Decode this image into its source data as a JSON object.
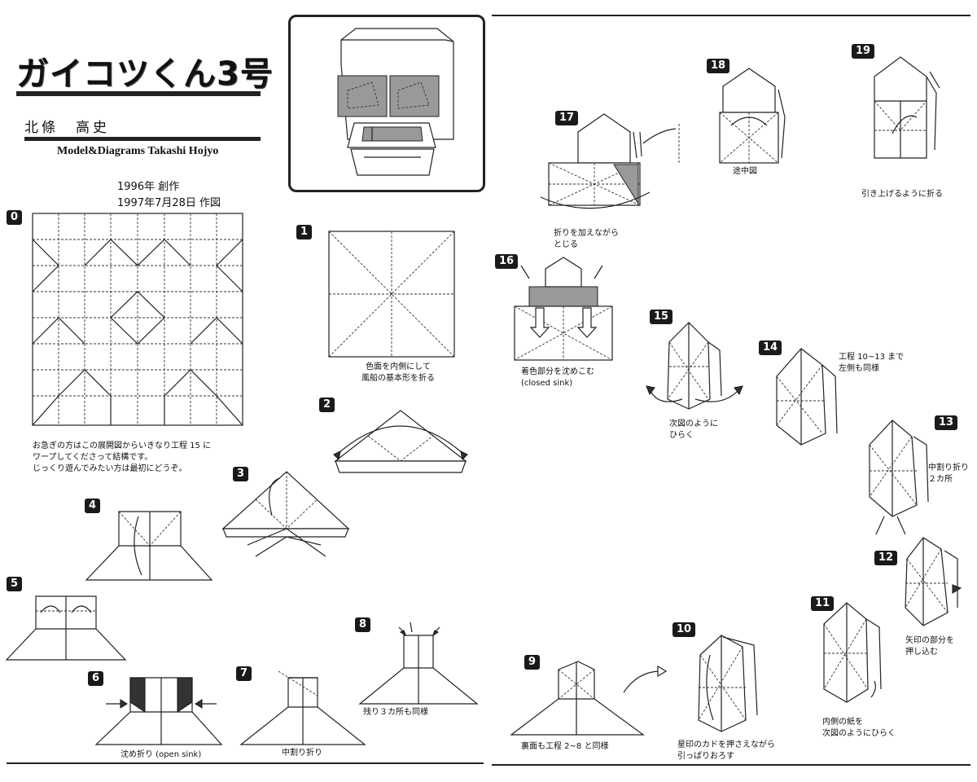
{
  "left_page": {
    "title": "ガイコツくん3号",
    "author_jp": "北條　高史",
    "author_en": "Model&Diagrams  Takashi Hojyo",
    "created": "1996年  創作",
    "diagrammed": "1997年7月28日  作図"
  },
  "steps_left": [
    {
      "num": "0",
      "caption": ""
    },
    {
      "num": "1",
      "caption": "色面を内側にして\n風船の基本形を折る"
    },
    {
      "num": "2",
      "caption": ""
    },
    {
      "num": "3",
      "caption": ""
    },
    {
      "num": "4",
      "caption": ""
    },
    {
      "num": "5",
      "caption": ""
    },
    {
      "num": "6",
      "caption": "沈め折り (open sink)"
    },
    {
      "num": "7",
      "caption": "中割り折り"
    },
    {
      "num": "8",
      "caption": "残り３カ所も同様"
    }
  ],
  "cp_note": "お急ぎの方はこの展開図からいきなり工程 15 に\nワープしてくださって結構です。\nじっくり遊んでみたい方は最初にどうぞ。",
  "steps_right": [
    {
      "num": "9",
      "caption": "裏面も工程 2~8 と同様"
    },
    {
      "num": "10",
      "caption": "星印のカドを押さえながら\n引っぱりおろす"
    },
    {
      "num": "11",
      "caption": "内側の紙を\n次図のようにひらく"
    },
    {
      "num": "12",
      "caption": "矢印の部分を\n押し込む"
    },
    {
      "num": "13",
      "caption": "中割り折り\n２カ所"
    },
    {
      "num": "14",
      "caption": "工程 10~13 まで\n左側も同様"
    },
    {
      "num": "15",
      "caption": "次図のように\nひらく"
    },
    {
      "num": "16",
      "caption": "着色部分を沈めこむ\n(closed sink)"
    },
    {
      "num": "17",
      "caption": "折りを加えながら\nとじる"
    },
    {
      "num": "18",
      "caption": "途中図"
    },
    {
      "num": "19",
      "caption": "引き上げるように折る"
    }
  ]
}
